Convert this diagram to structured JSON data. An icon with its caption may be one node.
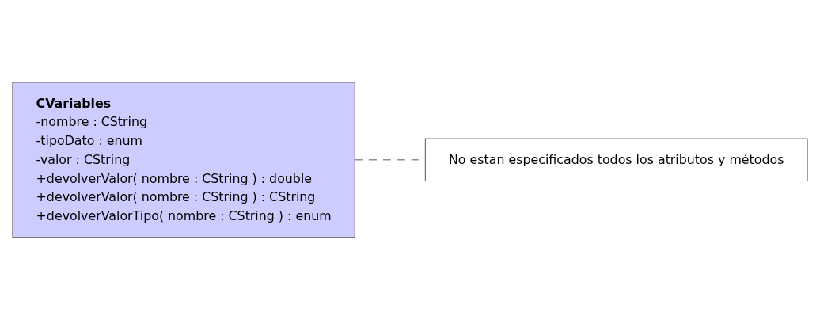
{
  "diagram": {
    "nodes": [
      {
        "text": [
          "CVariables",
          "-nombre : CString",
          "-tipoDato : enum",
          "-valor : CString",
          "+devolverValor( nombre : CString ) : double",
          "+devolverValor( nombre : CString ) : CString",
          "+devolverValorTipo( nombre : CString ) : enum"
        ]
      },
      {
        "text": [
          "No estan especificados todos los atributos y métodos"
        ]
      }
    ],
    "edges": [
      {
        "from": 0,
        "to": 1,
        "arrow": "none",
        "style": "dashed"
      }
    ]
  }
}
